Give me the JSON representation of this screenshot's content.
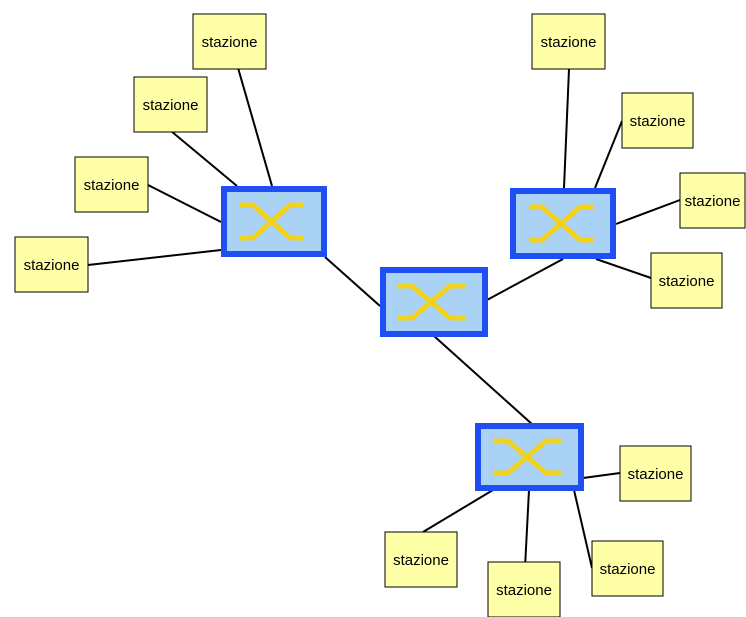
{
  "diagram": {
    "station_label": "stazione",
    "colors": {
      "station_fill": "#ffffa8",
      "station_border": "#000000",
      "switch_fill": "#a9d2f5",
      "switch_border": "#1f4ff2",
      "switch_symbol": "#f2d21a",
      "link": "#000000"
    },
    "switches": [
      {
        "id": "switch-top-left",
        "icon": "switch-icon"
      },
      {
        "id": "switch-center",
        "icon": "switch-icon"
      },
      {
        "id": "switch-top-right",
        "icon": "switch-icon"
      },
      {
        "id": "switch-bottom",
        "icon": "switch-icon"
      }
    ],
    "stations": [
      {
        "id": "station-1",
        "label": "stazione"
      },
      {
        "id": "station-2",
        "label": "stazione"
      },
      {
        "id": "station-3",
        "label": "stazione"
      },
      {
        "id": "station-4",
        "label": "stazione"
      },
      {
        "id": "station-5",
        "label": "stazione"
      },
      {
        "id": "station-6",
        "label": "stazione"
      },
      {
        "id": "station-7",
        "label": "stazione"
      },
      {
        "id": "station-8",
        "label": "stazione"
      },
      {
        "id": "station-9",
        "label": "stazione"
      },
      {
        "id": "station-10",
        "label": "stazione"
      },
      {
        "id": "station-11",
        "label": "stazione"
      },
      {
        "id": "station-12",
        "label": "stazione"
      }
    ]
  }
}
